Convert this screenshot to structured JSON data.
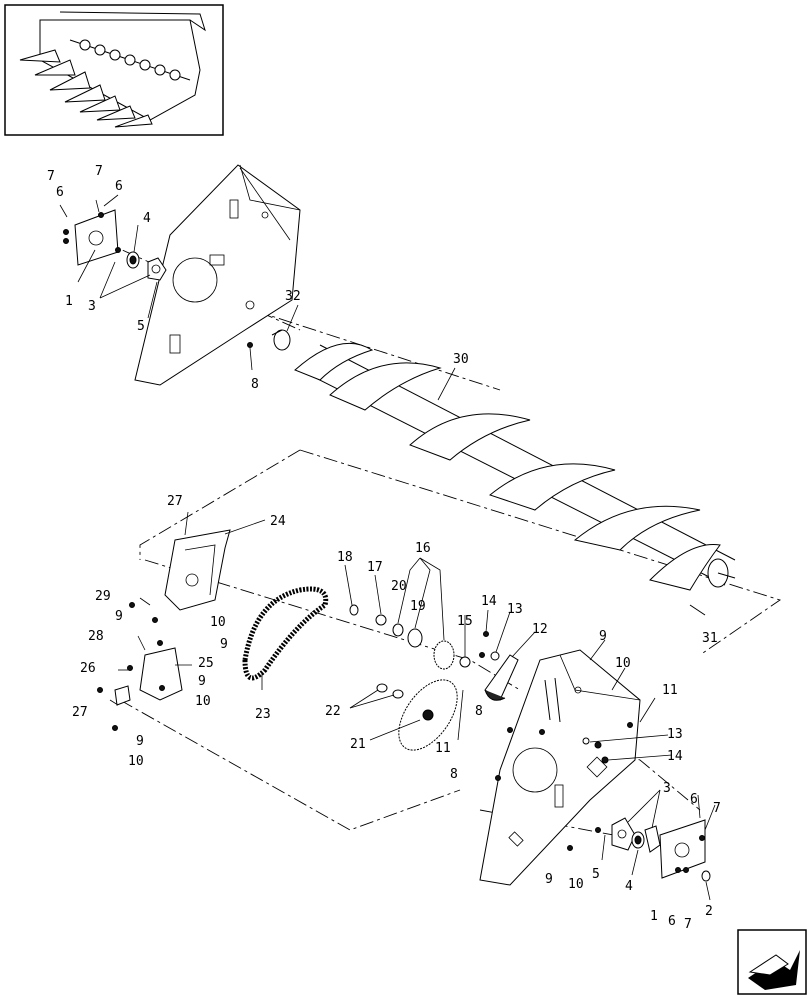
{
  "thumbnail": {
    "description_icon": "combine-header-thumbnail"
  },
  "nav_button": {
    "icon": "arrow-nav-icon"
  },
  "callouts": [
    "1",
    "2",
    "3",
    "4",
    "5",
    "6",
    "7",
    "8",
    "9",
    "10",
    "11",
    "12",
    "13",
    "14",
    "15",
    "16",
    "17",
    "18",
    "19",
    "20",
    "21",
    "22",
    "23",
    "24",
    "25",
    "26",
    "27",
    "28",
    "29",
    "30",
    "31",
    "32"
  ]
}
